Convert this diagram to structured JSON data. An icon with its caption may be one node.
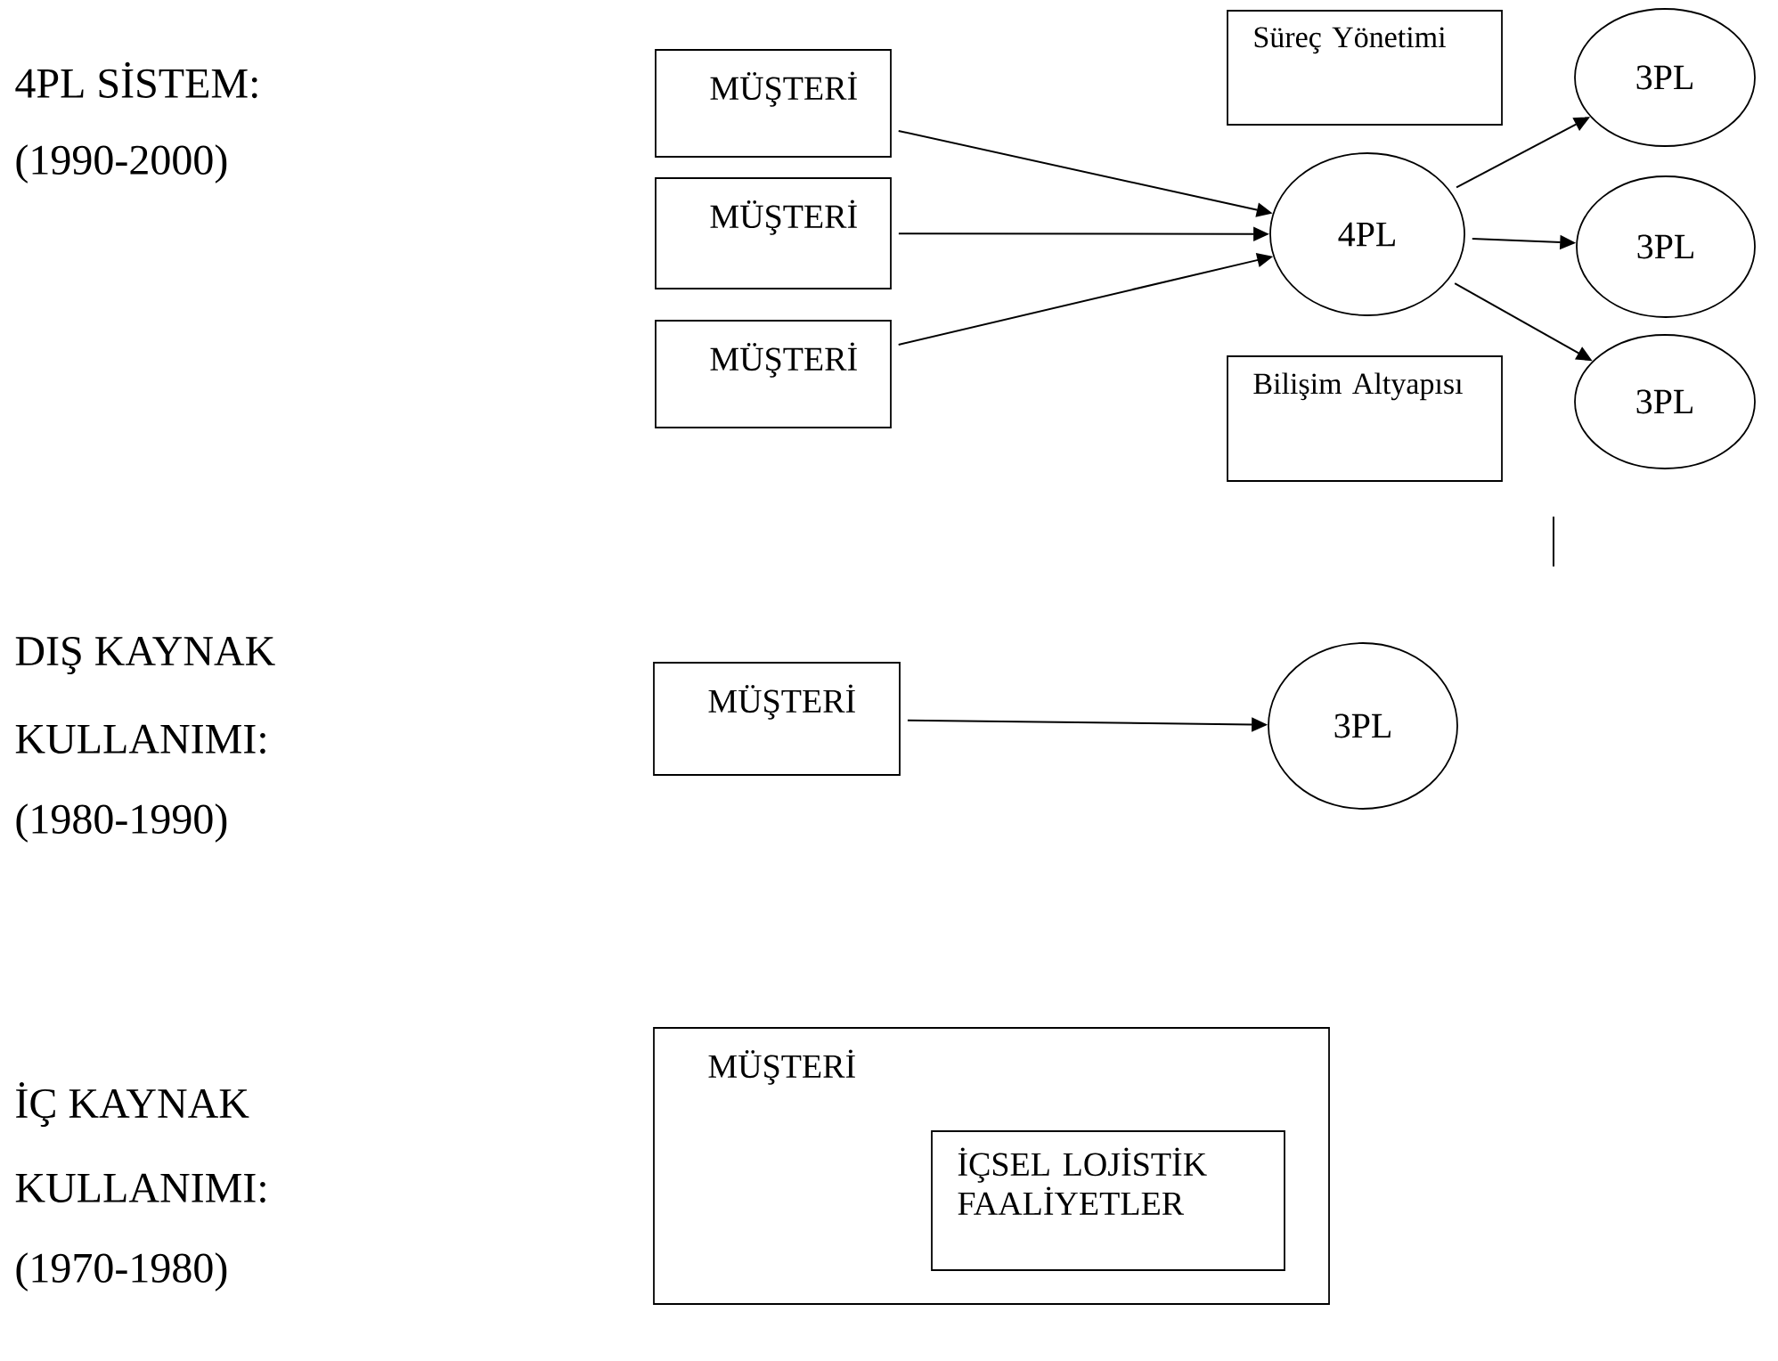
{
  "diagram": {
    "nodes": [
      {
        "text": [
          "MÜŞTERİ"
        ]
      },
      {
        "text": [
          "MÜŞTERİ"
        ]
      },
      {
        "text": [
          "MÜŞTERİ"
        ]
      },
      {
        "text": [
          "Süreç Yönetimi"
        ]
      },
      {
        "text": [
          "4PL"
        ]
      },
      {
        "text": [
          "3PL"
        ]
      },
      {
        "text": [
          "3PL"
        ]
      },
      {
        "text": [
          "3PL"
        ]
      },
      {
        "text": [
          "Bilişim Altyapısı"
        ]
      },
      {
        "text": [
          "MÜŞTERİ"
        ]
      },
      {
        "text": [
          "3PL"
        ]
      },
      {
        "text": [
          "MÜŞTERİ"
        ]
      },
      {
        "text": [
          "İÇSEL LOJİSTİK FAALİYETLER"
        ],
        "in": 11
      }
    ],
    "edges": [
      {
        "from": 0,
        "to": 4,
        "arrow": "to"
      },
      {
        "from": 1,
        "to": 4,
        "arrow": "to"
      },
      {
        "from": 2,
        "to": 4,
        "arrow": "to"
      },
      {
        "from": 4,
        "to": 5,
        "arrow": "to"
      },
      {
        "from": 4,
        "to": 6,
        "arrow": "to"
      },
      {
        "from": 4,
        "to": 7,
        "arrow": "to"
      },
      {
        "from": 9,
        "to": 10,
        "arrow": "to"
      }
    ],
    "labels": [
      "4PL SİSTEM:",
      "(1990-2000)",
      "DIŞ KAYNAK",
      "KULLANIMI:",
      "(1980-1990)",
      "İÇ KAYNAK",
      "KULLANIMI:",
      "(1970-1980)"
    ]
  }
}
